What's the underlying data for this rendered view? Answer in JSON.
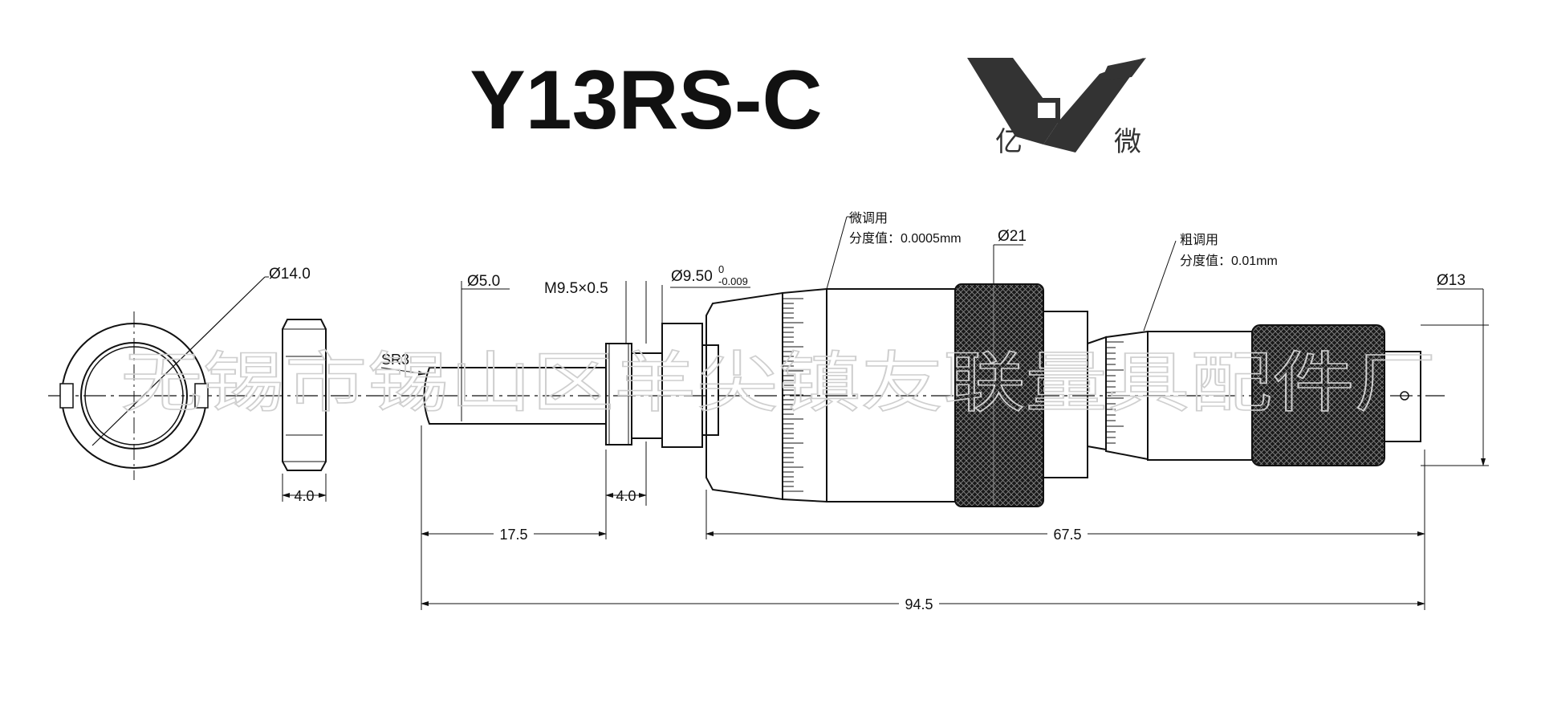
{
  "title": "Y13RS-C",
  "logo": {
    "left_char": "亿",
    "right_char": "微"
  },
  "watermark": "无锡市锡山区羊尖镇友联量具配件厂",
  "labels": {
    "nut_diameter": "Ø14.0",
    "nut_thickness": "4.0",
    "spindle_diameter": "Ø5.0",
    "sphere_radius": "SR3",
    "thread": "M9.5×0.5",
    "sleeve_diameter": "Ø9.50",
    "sleeve_tol_upper": "0",
    "sleeve_tol_lower": "-0.009",
    "fine_title": "微调用",
    "fine_division": "分度值：0.0005mm",
    "thimble_diameter": "Ø21",
    "coarse_title": "粗调用",
    "coarse_division": "分度值：0.01mm",
    "end_diameter": "Ø13",
    "thread_length": "4.0",
    "spindle_length": "17.5",
    "body_length": "67.5",
    "total_length": "94.5"
  },
  "colors": {
    "line": "#111111",
    "knurl": "#1a1a1a",
    "watermark": "#cfcfcf"
  }
}
